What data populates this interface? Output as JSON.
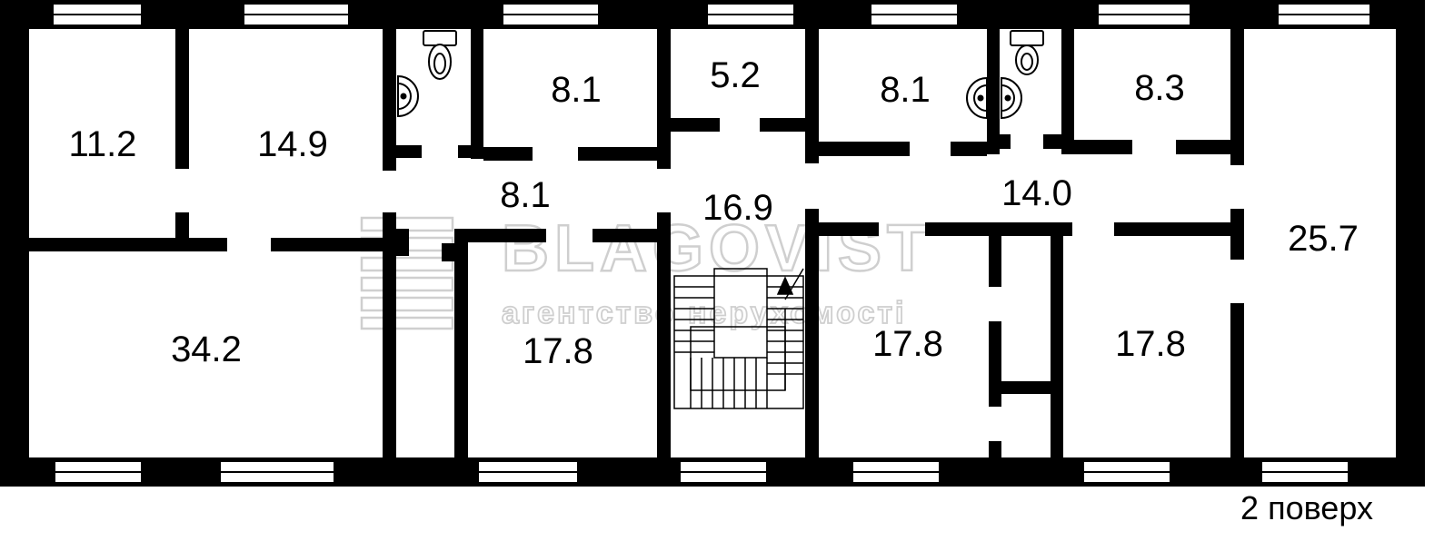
{
  "rooms": [
    {
      "id": "r1",
      "area": "11.2"
    },
    {
      "id": "r2",
      "area": "14.9"
    },
    {
      "id": "r3",
      "area": "8.1"
    },
    {
      "id": "r4",
      "area": "5.2"
    },
    {
      "id": "r5",
      "area": "8.1"
    },
    {
      "id": "r6",
      "area": "8.3"
    },
    {
      "id": "r7",
      "area": "8.1"
    },
    {
      "id": "r8",
      "area": "16.9"
    },
    {
      "id": "r9",
      "area": "14.0"
    },
    {
      "id": "r10",
      "area": "25.7"
    },
    {
      "id": "r11",
      "area": "34.2"
    },
    {
      "id": "r12",
      "area": "17.8"
    },
    {
      "id": "r13",
      "area": "17.8"
    },
    {
      "id": "r14",
      "area": "17.8"
    }
  ],
  "floor_label": "2 поверх",
  "watermark": {
    "brand": "BLAGOVIST",
    "tagline": "агентство нерухомості"
  },
  "colors": {
    "wall": "#000000",
    "background": "#ffffff",
    "watermark": "#cfcfcf"
  },
  "icons": [
    "toilet-icon",
    "sink-icon",
    "staircase-icon",
    "window-icon"
  ]
}
